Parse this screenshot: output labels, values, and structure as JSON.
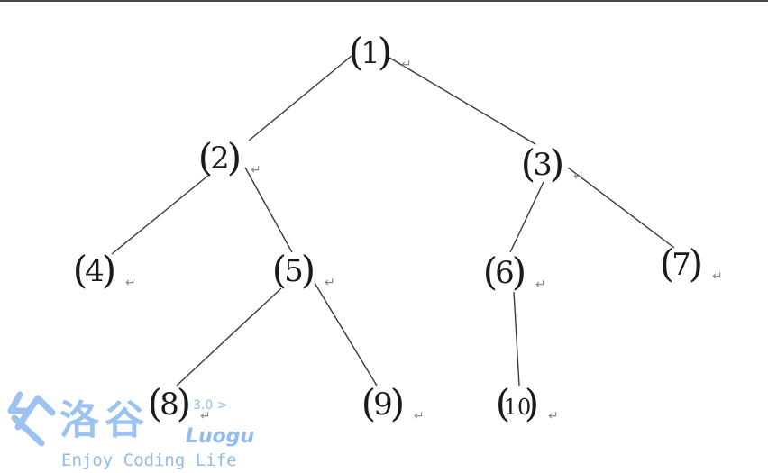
{
  "tree": {
    "nodes": [
      "1",
      "2",
      "3",
      "4",
      "5",
      "6",
      "7",
      "8",
      "9",
      "10"
    ],
    "edges": [
      [
        "1",
        "2"
      ],
      [
        "1",
        "3"
      ],
      [
        "2",
        "4"
      ],
      [
        "2",
        "5"
      ],
      [
        "3",
        "6"
      ],
      [
        "3",
        "7"
      ],
      [
        "5",
        "8"
      ],
      [
        "5",
        "9"
      ],
      [
        "6",
        "10"
      ]
    ]
  },
  "watermark": {
    "title": "洛谷",
    "version": "3.0 >",
    "brand": "Luogu",
    "slogan": "Enjoy Coding Life"
  }
}
